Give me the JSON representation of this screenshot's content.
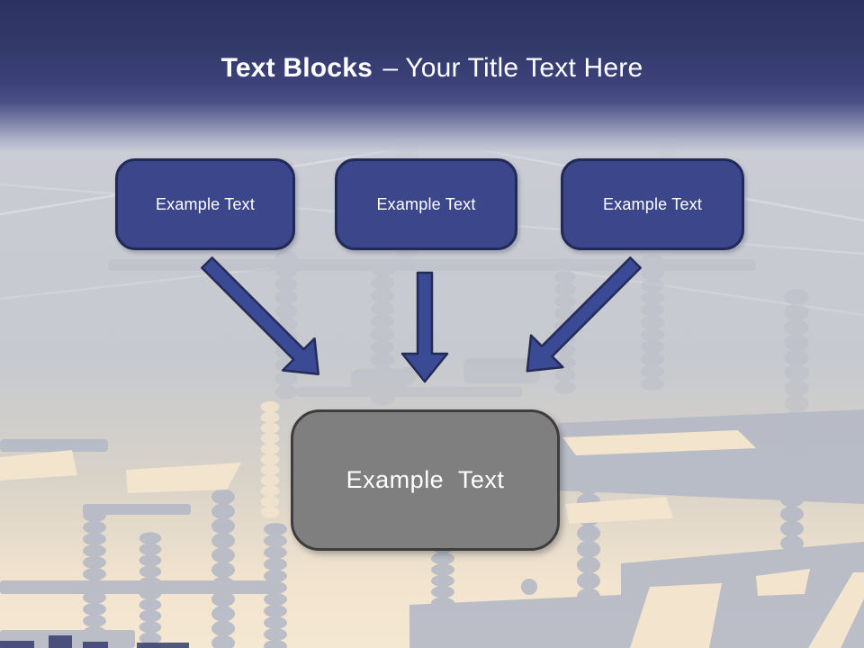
{
  "title": {
    "emphasis": "Text Blocks",
    "rest": "– Your Title Text Here"
  },
  "blocks": [
    {
      "label": "Example Text"
    },
    {
      "label": "Example Text"
    },
    {
      "label": "Example Text"
    }
  ],
  "result_block": {
    "label": "Example Text"
  },
  "arrows": [
    {
      "name": "arrow-down-right"
    },
    {
      "name": "arrow-down"
    },
    {
      "name": "arrow-down-left"
    }
  ],
  "background": {
    "description": "faded electrical substation power-line silhouettes"
  },
  "colors": {
    "header_top": "#2d3361",
    "header_mid": "#3c4279",
    "title_color": "#ffffff",
    "block_fill": "#3b468b",
    "block_border": "#1f2a56",
    "arrow_fill": "#3a4a94",
    "arrow_border": "#232b56",
    "result_fill": "#7f7f7f",
    "result_border": "#3d3d3d",
    "bg_light": "#c9cbd4",
    "bg_beige": "#f3e4ce",
    "bg_silhouette": "#b6bac6"
  }
}
